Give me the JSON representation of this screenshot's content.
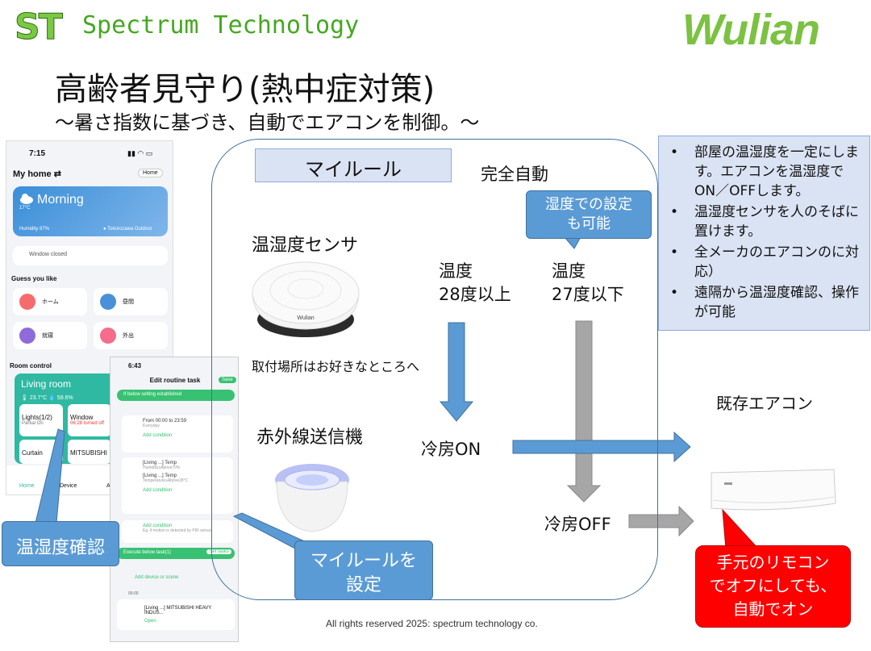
{
  "header": {
    "st_logo": "ST",
    "company": "Spectrum Technology",
    "brand": "Wulian",
    "title": "高齢者見守り(熱中症対策)",
    "subtitle": "～暑さ指数に基づき、自動でエアコンを制御。～"
  },
  "phone_home": {
    "time": "7:15",
    "signal": "▮▮ ◠ ▭",
    "my_home": "My home ⇄",
    "home_pill": "Home",
    "weather_title": "Morning",
    "weather_temp": "17°C",
    "humidity": "Humidity  87%",
    "location": "● Tokorozawa  Outdoor",
    "window_status": "Window  closed",
    "guess_title": "Guess you like",
    "cards": [
      "ホーム",
      "昼間",
      "就寝",
      "外出"
    ],
    "room_title": "Room control",
    "living_room": "Living room",
    "living_sub": "🌡 23.7°C  💧 59.6%",
    "tiles": [
      {
        "label": "Lights(1/2)",
        "sub": "Partial On"
      },
      {
        "label": "Window",
        "sub": "06:28 turned off"
      },
      {
        "label": "Curtain",
        "sub": ""
      },
      {
        "label": "MITSUBISHI",
        "sub": ""
      }
    ],
    "nav": [
      "Home",
      "Device",
      "A"
    ]
  },
  "phone_edit": {
    "time": "6:43",
    "title": "Edit routine task",
    "save": "Save",
    "if_label": "If below setting established",
    "if_toggle": "⌄ ⊕",
    "time_cond": "From 00:00 to 23:59",
    "time_cond_sub": "Everyday",
    "add_condition": "Add condition",
    "cond1": "[Living ...] Temp",
    "cond1_sub": "Humidity≥Above70%",
    "cond2": "[Living ...] Temp",
    "cond2_sub": "Temperature≥Above28°C",
    "add_condition2": "Add condition",
    "add_condition3": "Add condition",
    "add_condition3_sub": "Eg. if motion is detected by PIR sensor",
    "exec_label": "Execute below task(1)",
    "set_tasks": "Set tasks",
    "add_device": "Add device or scene",
    "device_time": "00:00",
    "device_name": "[Living ...] MITSUBISHI HEAVY INDUS...",
    "device_state": "Open"
  },
  "callouts": {
    "confirm": "温湿度確認",
    "myrule_set_1": "マイルールを",
    "myrule_set_2": "設定",
    "humidity_1": "湿度での設定",
    "humidity_2": "も可能",
    "remote_1": "手元のリモコン",
    "remote_2": "でオフにしても、",
    "remote_3": "自動でオン"
  },
  "flow": {
    "myrule": "マイルール",
    "auto": "完全自動",
    "sensor": "温湿度センサ",
    "sensor_brand": "Wulian",
    "sensor_caption": "取付場所はお好きなところへ",
    "ir": "赤外線送信機",
    "temp_hi_1": "温度",
    "temp_hi_2": "28度以上",
    "temp_lo_1": "温度",
    "temp_lo_2": "27度以下",
    "cool_on": "冷房ON",
    "cool_off": "冷房OFF",
    "ac": "既存エアコン"
  },
  "info": [
    "部屋の温湿度を一定にします。エアコンを温湿度でON／OFFします。",
    "温湿度センサを人のそばに置けます。",
    "全メーカのエアコンのに対応）",
    "遠隔から温湿度確認、操作が可能"
  ],
  "footer": "All rights reserved 2025: spectrum technology co.",
  "colors": {
    "brand_green": "#7cc242",
    "callout_blue": "#5b9bd5",
    "arrow_blue": "#5b9bd5",
    "arrow_gray": "#a6a6a6",
    "alert_red": "#ff0000",
    "info_bg": "#dae3f3"
  }
}
